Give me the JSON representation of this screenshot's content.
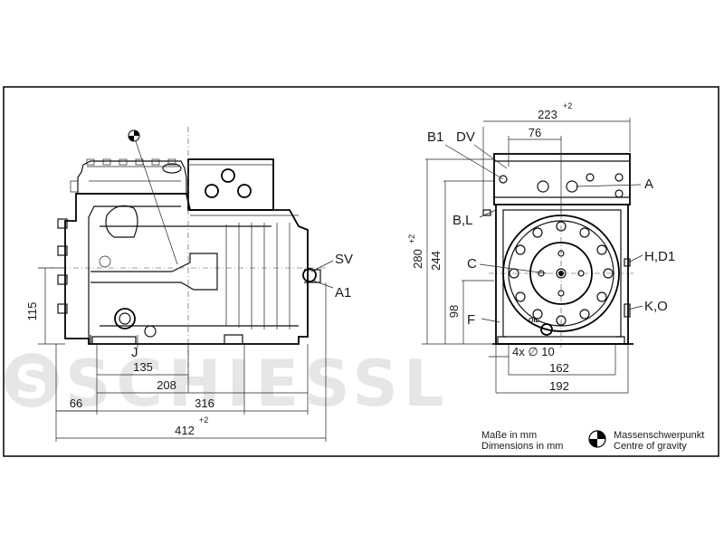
{
  "watermark": {
    "brand": "SCHIESSL",
    "logo_letter": "S"
  },
  "side_view": {
    "labels": {
      "sv": "SV",
      "a1": "A1",
      "j": "J"
    },
    "dimensions": {
      "d115": "115",
      "d135": "135",
      "d208": "208",
      "d66": "66",
      "d316": "316",
      "d412": "412",
      "d412_tol": "+2"
    }
  },
  "front_view": {
    "labels": {
      "b1": "B1",
      "dv": "DV",
      "a": "A",
      "bl": "B,L",
      "c": "C",
      "h_d1": "H,D1",
      "k_o": "K,O",
      "f": "F",
      "oil": "OIL"
    },
    "dimensions": {
      "d223": "223",
      "d223_tol": "+2",
      "d76": "76",
      "d280": "280",
      "d280_tol": "+2",
      "d244": "244",
      "d98": "98",
      "holes": "4x ∅ 10",
      "d162": "162",
      "d192": "192"
    }
  },
  "legend": {
    "units_de": "Maße in mm",
    "units_en": "Dimensions in mm",
    "cog_de": "Massenschwerpunkt",
    "cog_en": "Centre of gravity",
    "cog_icon": "centre-of-gravity-icon"
  }
}
